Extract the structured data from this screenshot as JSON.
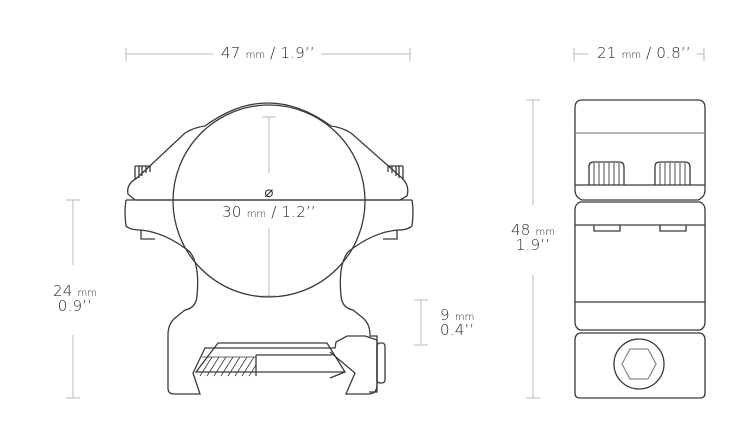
{
  "diagram": {
    "subject": "scope-ring-mount",
    "colors": {
      "outline": "#3a3a3a",
      "dimension_line": "#b8b8b8",
      "text": "#2a2a2a",
      "background": "#ffffff"
    },
    "front_view": {
      "width_dimension": {
        "value": "47",
        "unit": "mm",
        "imperial": "/ 1.9’’"
      },
      "ring_diameter": {
        "symbol": "⌀",
        "value": "30",
        "unit": "mm",
        "imperial": "/ 1.2’’"
      },
      "height_to_center": {
        "value": "24",
        "unit": "mm",
        "imperial": "0.9’’"
      },
      "base_height": {
        "value": "9",
        "unit": "mm",
        "imperial": "0.4’’"
      }
    },
    "side_view": {
      "width_dimension": {
        "value": "21",
        "unit": "mm",
        "imperial": "/ 0.8’’"
      },
      "total_height": {
        "value": "48",
        "unit": "mm",
        "imperial": "1.9’’"
      }
    }
  }
}
